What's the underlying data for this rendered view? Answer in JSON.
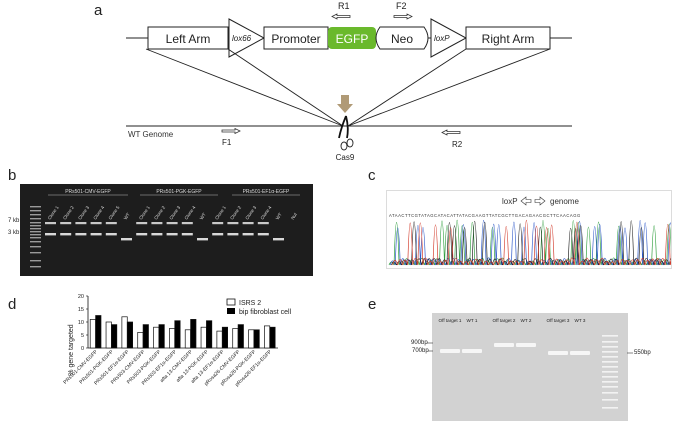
{
  "panels": {
    "a": "a",
    "b": "b",
    "c": "c",
    "d": "d",
    "e": "e"
  },
  "panel_a": {
    "left_arm": "Left Arm",
    "lox66": "lox66",
    "promoter": "Promoter",
    "egfp": "EGFP",
    "neo": "Neo",
    "loxp": "loxP",
    "right_arm": "Right Arm",
    "r1": "R1",
    "f2": "F2",
    "wt_genome": "WT Genome",
    "f1": "F1",
    "r2": "R2",
    "cas9": "Cas9",
    "egfp_color": "#6ab92c"
  },
  "panel_b": {
    "groups": [
      "PRs501-CMV-EGFP",
      "PRs501-PGK-EGFP",
      "PRs501-EF1α-EGFP"
    ],
    "lanes": [
      "Clone 1",
      "Clone 2",
      "Clone 3",
      "Clone 4",
      "Clone 5",
      "WT",
      "Clone 1",
      "Clone 2",
      "Clone 3",
      "Clone 4",
      "WT",
      "Clone 1",
      "Clone 2",
      "Clone 3",
      "Clone 4",
      "WT",
      "Nul"
    ],
    "size_7kb": "7 kb",
    "size_3kb": "3 kb"
  },
  "panel_c": {
    "loxp": "loxP",
    "genome": "genome",
    "sequence": "ATAACTTCGTATAGCATACATTATACGAAGTTATCGCTTGACAGAACGCTTCAACAGG"
  },
  "chart_data": {
    "type": "bar",
    "ylabel": "% gene targeted",
    "ylim": [
      0,
      20
    ],
    "yticks": [
      "0",
      "5",
      "10",
      "15",
      "20"
    ],
    "categories": [
      "PRs501-CMV-EGFP",
      "PRs501-PGK-EGFP",
      "PRs501-EF1α-EGFP",
      "PRs503-CMV-EGFP",
      "PRs503-PGK-EGFP",
      "PRs503-EF1α-EGFP",
      "afta 13-CMV-EGFP",
      "afta 13-PGK-EGFP",
      "afta 13-EF1α-EGFP",
      "pRosa26-CMV-EGFP",
      "pRosa26-PGK-EGFP",
      "pRosa26-EF1α-EGFP"
    ],
    "series": [
      {
        "name": "ISRS 2",
        "color": "#ffffff",
        "values": [
          11,
          10,
          12,
          6,
          8,
          7.5,
          7,
          8,
          6.5,
          7.5,
          7,
          8.5
        ]
      },
      {
        "name": "bip fibroblast cell",
        "color": "#000000",
        "values": [
          12.5,
          9,
          10,
          9,
          9,
          10.5,
          11,
          10.5,
          8,
          9,
          7,
          8
        ]
      }
    ],
    "legend": "top-right"
  },
  "panel_e": {
    "lanes": [
      "Off target 1",
      "WT 1",
      "Off target 2",
      "WT 2",
      "Off target 3",
      "WT 3"
    ],
    "size_900": "900bp",
    "size_700": "700bp",
    "size_550": "550bp"
  }
}
